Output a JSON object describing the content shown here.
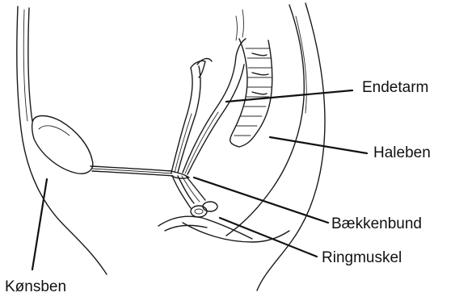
{
  "labels": {
    "endetarm": "Endetarm",
    "haleben": "Haleben",
    "baekkenbund": "Bækkenbund",
    "ringmuskel": "Ringmuskel",
    "konsben": "Kønsben"
  },
  "colors": {
    "ink": "#1a1a1a",
    "background": "#ffffff"
  }
}
